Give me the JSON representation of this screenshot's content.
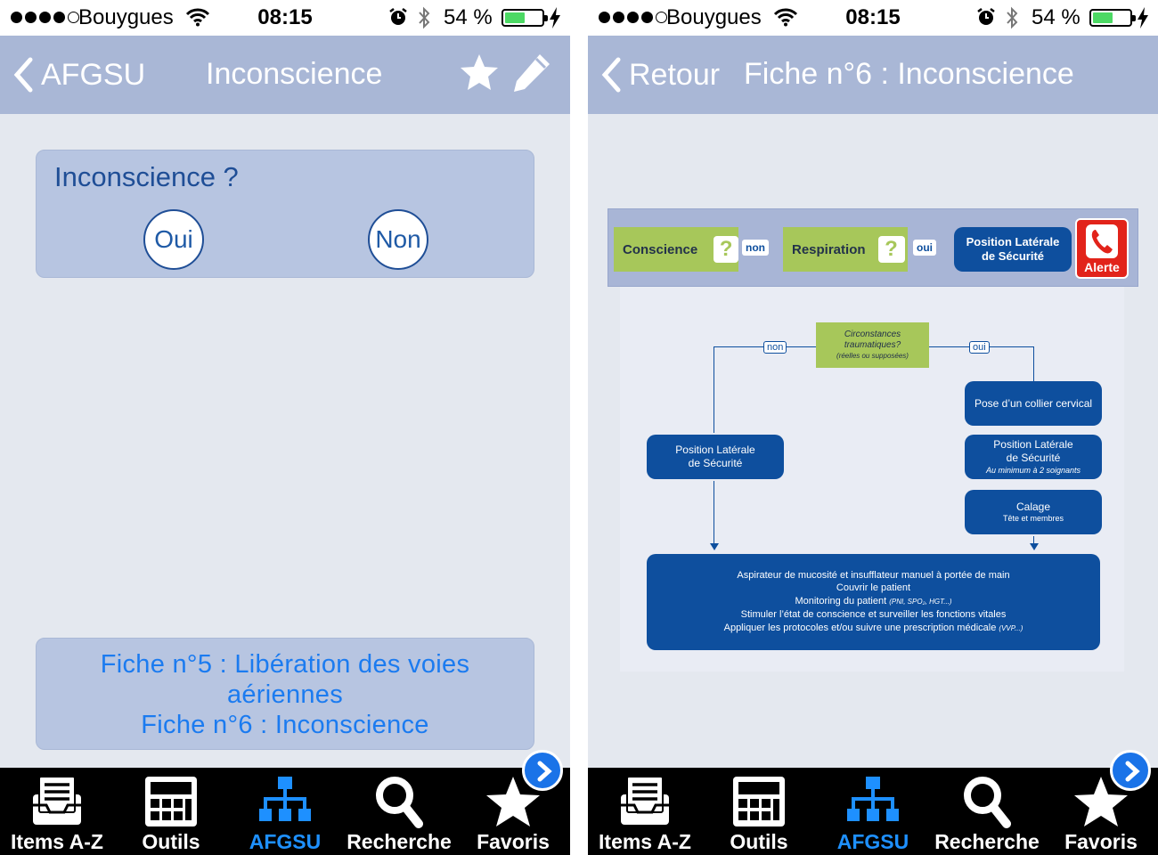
{
  "status_bar": {
    "carrier": "Bouygues",
    "time": "08:15",
    "battery": "54 %"
  },
  "left": {
    "nav": {
      "back_label": "AFGSU",
      "title": "Inconscience"
    },
    "question": {
      "text": "Inconscience ?",
      "yes": "Oui",
      "no": "Non"
    },
    "links": [
      "Fiche n°5 : Libération des voies",
      "aériennes",
      "Fiche n°6 : Inconscience"
    ]
  },
  "right": {
    "nav": {
      "back_label": "Retour",
      "title": "Fiche n°6 : Inconscience"
    },
    "diagram": {
      "conscience": "Conscience",
      "q_mark": "?",
      "non": "non",
      "respiration": "Respiration",
      "oui": "oui",
      "pls_line1": "Position Latérale",
      "pls_line2": "de Sécurité",
      "alerte": "Alerte",
      "circ_line1": "Circonstances",
      "circ_line2": "traumatiques?",
      "circ_line3": "(réelles ou supposées)",
      "branch_non": "non",
      "branch_oui": "oui",
      "collier": "Pose d’un collier cervical",
      "pls_left_line1": "Position Latérale",
      "pls_left_line2": "de Sécurité",
      "pls_right_line1": "Position Latérale",
      "pls_right_line2": "de Sécurité",
      "pls_right_note": "Au minimum à 2 soignants",
      "calage": "Calage",
      "calage_note": "Tête et membres",
      "final_1": "Aspirateur de mucosité et insufflateur manuel à portée de main",
      "final_2": "Couvrir le patient",
      "final_3": "Monitoring du patient",
      "final_3_note": "(PNI, SPO₂, HGT...)",
      "final_4": "Stimuler l’état de conscience et surveiller les fonctions vitales",
      "final_5": "Appliquer les protocoles et/ou suivre une prescription médicale",
      "final_5_note": "(VVP...)"
    }
  },
  "tabs": [
    {
      "label": "Items A-Z",
      "icon": "inbox-icon",
      "active": false
    },
    {
      "label": "Outils",
      "icon": "calculator-icon",
      "active": false
    },
    {
      "label": "AFGSU",
      "icon": "hierarchy-icon",
      "active": true
    },
    {
      "label": "Recherche",
      "icon": "search-icon",
      "active": false
    },
    {
      "label": "Favoris",
      "icon": "star-icon",
      "active": false
    }
  ],
  "colors": {
    "nav": "#a9b7d6",
    "card": "#b7c5e1",
    "accent": "#1e90ff",
    "diagram_blue": "#0e4f9e",
    "diagram_green": "#a7c75a"
  }
}
